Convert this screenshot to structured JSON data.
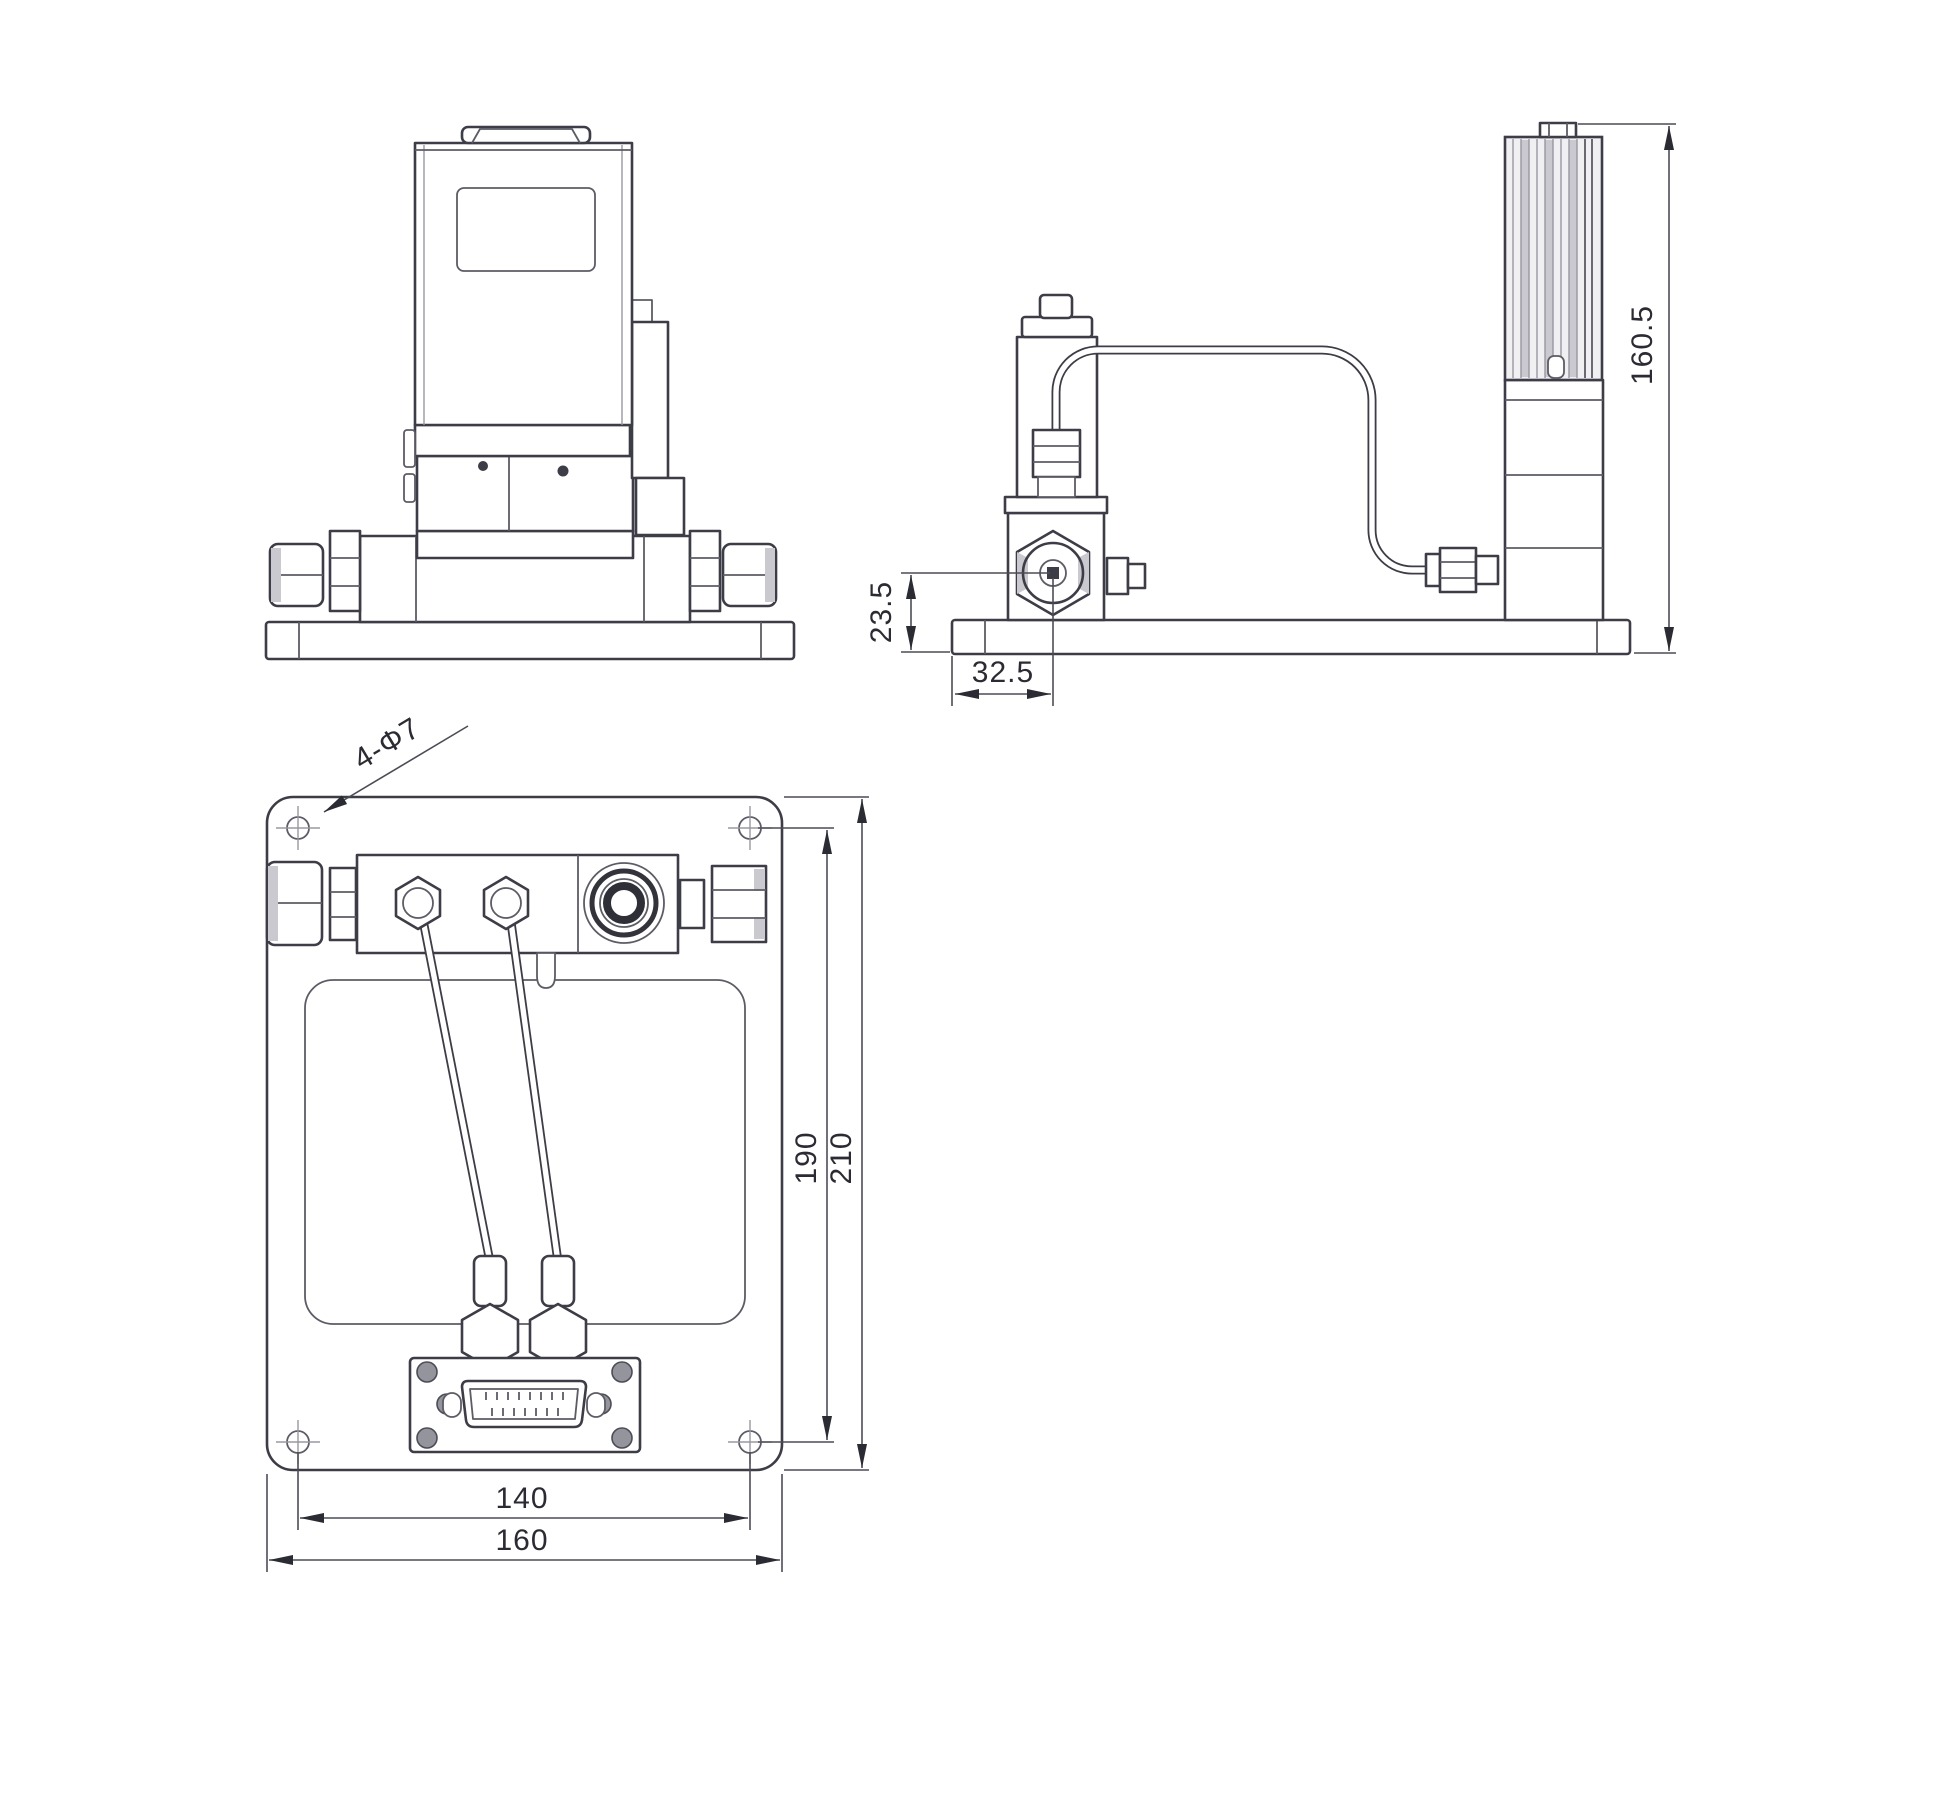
{
  "drawing": {
    "kind": "3-view dimensioned technical drawing of a flow-controller unit",
    "colors": {
      "line_main": "#3d3d47",
      "line_medium": "#5c5c66",
      "line_light": "#9898a1",
      "dimension_line": "#4c4c56",
      "text": "#2b2b33",
      "shading": "#c9c9cf",
      "background": "#ffffff"
    },
    "dimensions": {
      "overall_height": "160.5",
      "port_center_height": "23.5",
      "port_center_offset": "32.5",
      "hole_spacing_vertical": "190",
      "plate_length": "210",
      "hole_spacing_horizontal": "140",
      "plate_width": "160",
      "mounting_holes": "4-Φ7"
    }
  }
}
